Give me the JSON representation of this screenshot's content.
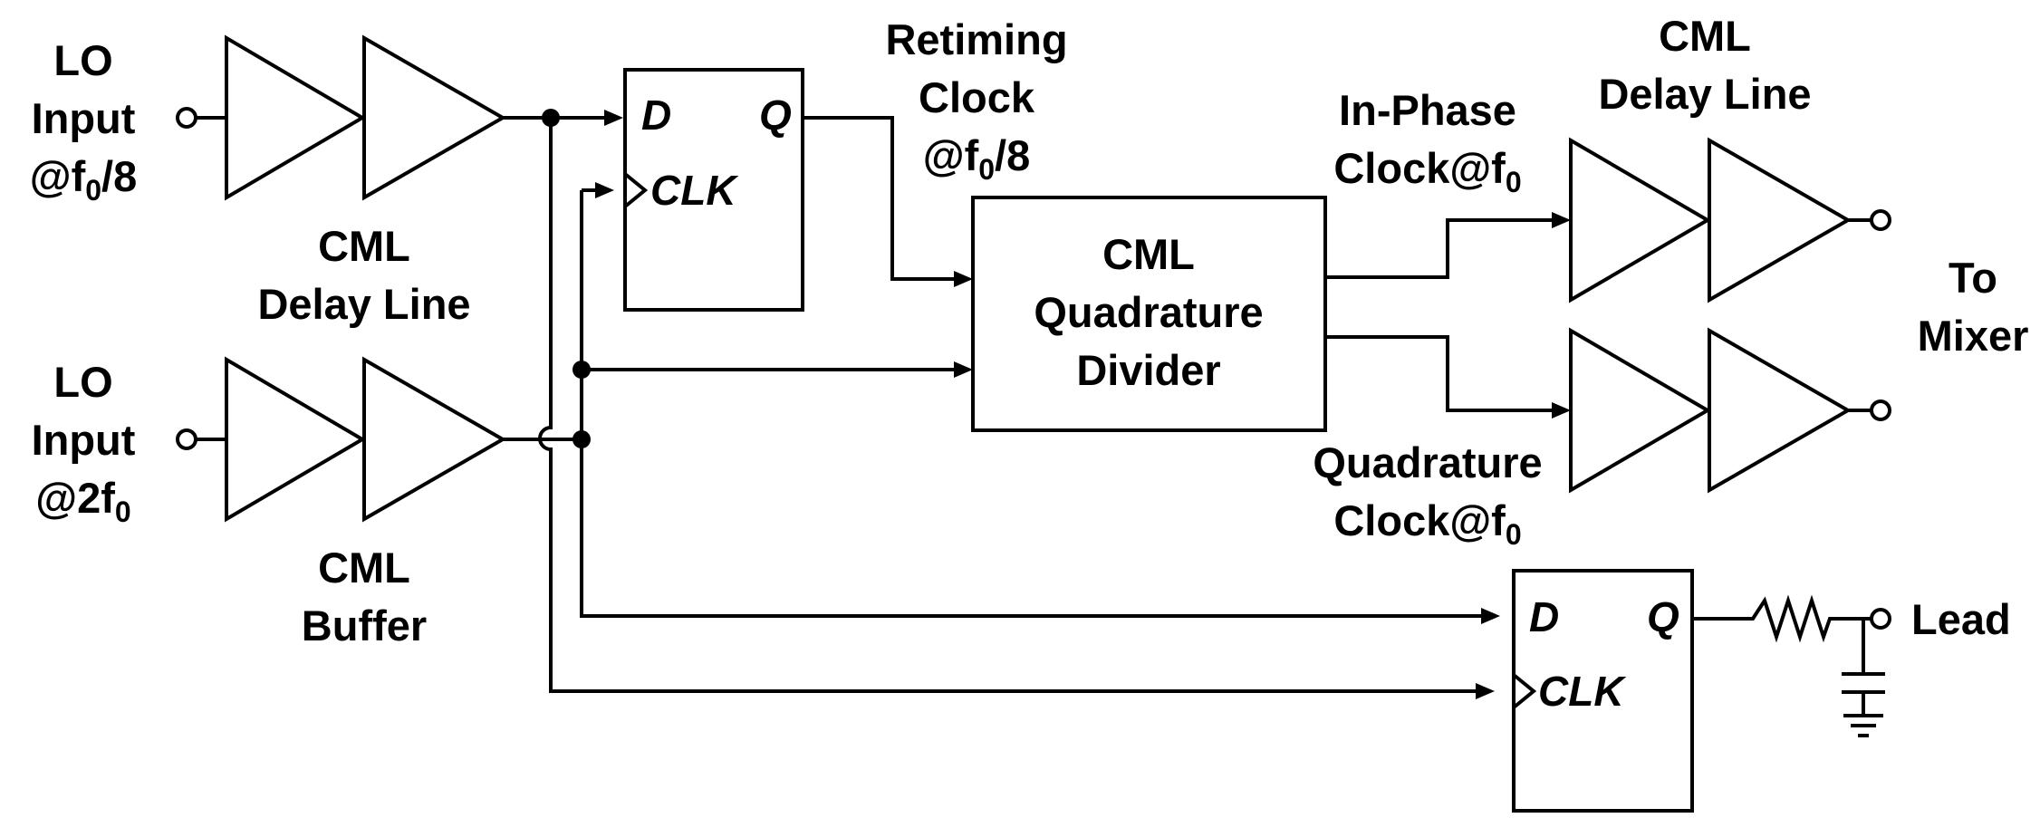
{
  "labels": {
    "lo_input_top_l1": "LO",
    "lo_input_top_l2": "Input",
    "lo_input_top_l3_pre": "@f",
    "lo_input_top_l3_sub": "0",
    "lo_input_top_l3_post": "/8",
    "lo_input_bot_l1": "LO",
    "lo_input_bot_l2": "Input",
    "lo_input_bot_l3_pre": "@2f",
    "lo_input_bot_l3_sub": "0",
    "delay_left_l1": "CML",
    "delay_left_l2": "Delay Line",
    "buffer_l1": "CML",
    "buffer_l2": "Buffer",
    "retiming_l1": "Retiming",
    "retiming_l2": "Clock",
    "retiming_l3_pre": "@f",
    "retiming_l3_sub": "0",
    "retiming_l3_post": "/8",
    "divider_l1": "CML",
    "divider_l2": "Quadrature",
    "divider_l3": "Divider",
    "inphase_l1": "In-Phase",
    "inphase_l2_pre": "Clock@f",
    "inphase_l2_sub": "0",
    "quadrature_l1": "Quadrature",
    "quadrature_l2_pre": "Clock@f",
    "quadrature_l2_sub": "0",
    "delay_right_l1": "CML",
    "delay_right_l2": "Delay Line",
    "to_mixer_l1": "To",
    "to_mixer_l2": "Mixer",
    "lead": "Lead"
  },
  "flipflops": {
    "top": {
      "d": "D",
      "q": "Q",
      "clk": "CLK"
    },
    "bottom": {
      "d": "D",
      "q": "Q",
      "clk": "CLK"
    }
  }
}
